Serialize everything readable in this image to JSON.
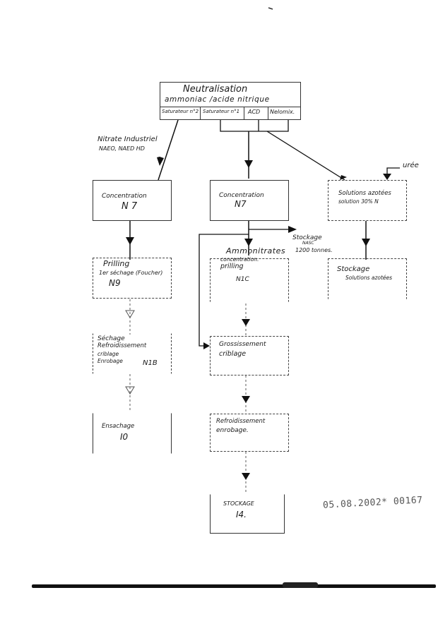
{
  "diagram": {
    "top_box": {
      "title_line1": "Neutralisation",
      "title_line2": "ammoniac /acide nitrique",
      "cells": [
        "Saturateur n°2",
        "Saturateur n°1",
        "ACD",
        "Nelomix."
      ]
    },
    "branch_label_left": {
      "line1": "Nitrate Industriel",
      "line2": "NAEO, NAED HD"
    },
    "left_column": [
      {
        "line1": "Concentration",
        "line2": "N 7"
      },
      {
        "line1": "Prilling",
        "line2": "1er séchage (Foucher)",
        "line3": "N9"
      },
      {
        "line1": "Séchage",
        "line2": "Refroidissement",
        "line3": "criblage",
        "line4": "Enrobage",
        "code": "N1B"
      },
      {
        "line1": "Ensachage",
        "line2": "I0"
      }
    ],
    "center_column": [
      {
        "line1": "Concentration",
        "line2": "N7"
      },
      {
        "line1": "concentration.",
        "line2": "prilling",
        "line3": "N1C"
      },
      {
        "line1": "Grossissement",
        "line2": "criblage"
      },
      {
        "line1": "Refroidissement",
        "line2": "enrobage."
      },
      {
        "line1": "STOCKAGE",
        "line2": "I4."
      }
    ],
    "center_labels": {
      "ammonitrates": "Ammonitrates",
      "stockage_side": {
        "line1": "Stockage",
        "line2": "NASC",
        "line3": "1200 tonnes."
      }
    },
    "right_column": [
      {
        "line1": "Solutions azotées",
        "line2": "solution 30% N"
      },
      {
        "line1": "Stockage",
        "line2": "Solutions azotées"
      }
    ],
    "uree_label": "urée"
  },
  "stamp": "05.08.2002* 00167"
}
